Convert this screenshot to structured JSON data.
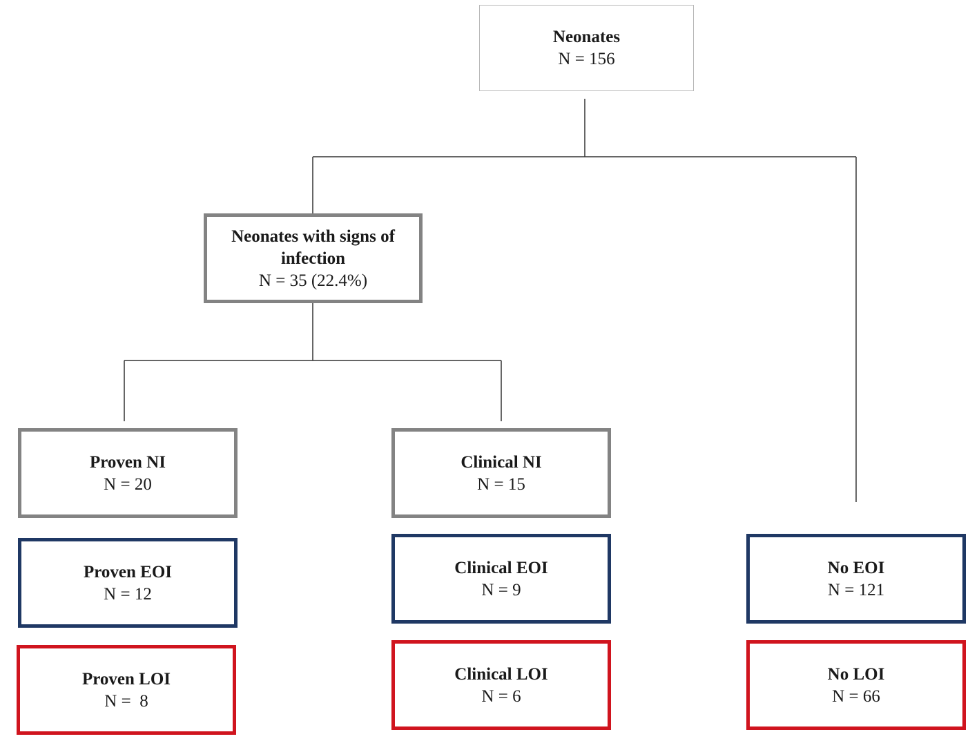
{
  "colors": {
    "gray": "#838383",
    "blue": "#1f3864",
    "red": "#d0141e",
    "line": "#333333"
  },
  "nodes": {
    "root": {
      "title": "Neonates",
      "count": "N = 156"
    },
    "signs": {
      "title": "Neonates with signs of infection",
      "count": "N = 35 (22.4%)"
    },
    "proven_ni": {
      "title": "Proven NI",
      "count": "N = 20"
    },
    "clinical_ni": {
      "title": "Clinical NI",
      "count": "N = 15"
    },
    "proven_eoi": {
      "title": "Proven EOI",
      "count": "N = 12"
    },
    "clinical_eoi": {
      "title": "Clinical EOI",
      "count": "N = 9"
    },
    "no_eoi": {
      "title": "No EOI",
      "count": "N = 121"
    },
    "proven_loi": {
      "title": "Proven LOI",
      "count": "N =  8"
    },
    "clinical_loi": {
      "title": "Clinical LOI",
      "count": "N = 6"
    },
    "no_loi": {
      "title": "No LOI",
      "count": "N = 66"
    }
  },
  "edges": [
    {
      "from": "root",
      "to": "signs"
    },
    {
      "from": "root",
      "to": "no_eoi"
    },
    {
      "from": "signs",
      "to": "proven_ni"
    },
    {
      "from": "signs",
      "to": "clinical_ni"
    }
  ]
}
